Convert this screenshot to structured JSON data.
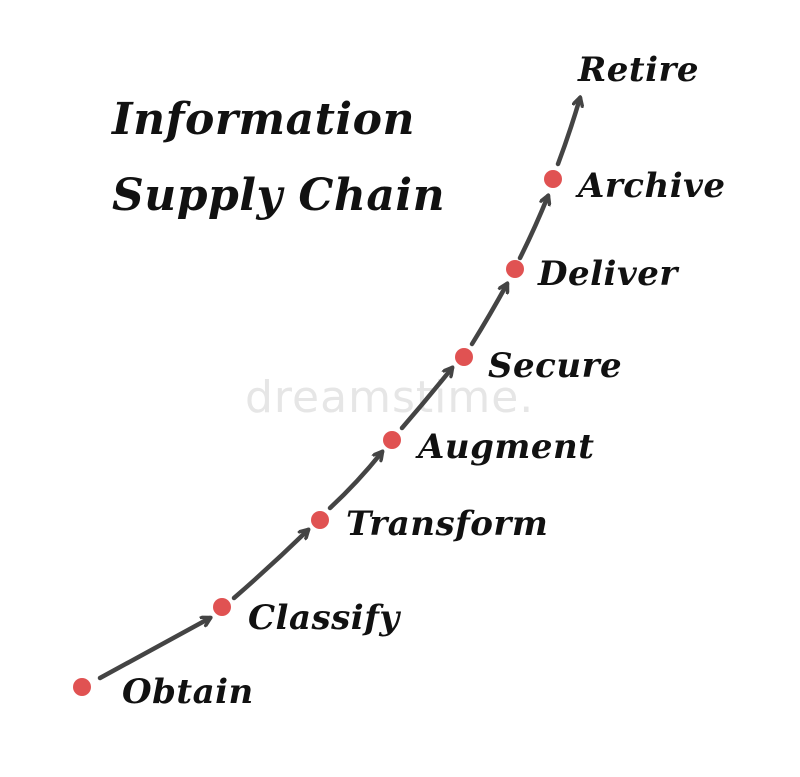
{
  "title": {
    "line1": "Information",
    "line2": "Supply Chain"
  },
  "watermark": "dreamstime.",
  "steps": [
    {
      "label": "Obtain"
    },
    {
      "label": "Classify"
    },
    {
      "label": "Transform"
    },
    {
      "label": "Augment"
    },
    {
      "label": "Secure"
    },
    {
      "label": "Deliver"
    },
    {
      "label": "Archive"
    },
    {
      "label": "Retire"
    }
  ],
  "colors": {
    "dot": "#e05252",
    "arrow": "#444444",
    "text": "#111111",
    "background": "#ffffff"
  }
}
